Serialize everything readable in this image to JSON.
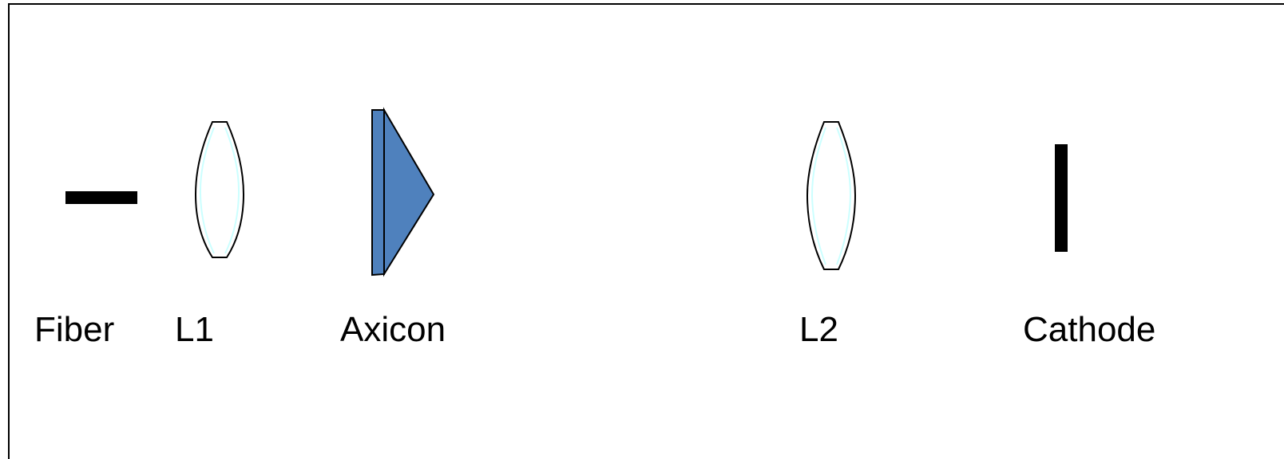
{
  "components": {
    "fiber": {
      "label": "Fiber",
      "icon": "fiber-bar-icon"
    },
    "l1": {
      "label": "L1",
      "icon": "lens-icon"
    },
    "axicon": {
      "label": "Axicon",
      "icon": "axicon-prism-icon"
    },
    "l2": {
      "label": "L2",
      "icon": "lens-icon"
    },
    "cathode": {
      "label": "Cathode",
      "icon": "cathode-bar-icon"
    }
  },
  "colors": {
    "axicon_fill": "#4f81bd",
    "lens_tint": "#ccffff",
    "stroke": "#000000",
    "background": "#ffffff"
  }
}
